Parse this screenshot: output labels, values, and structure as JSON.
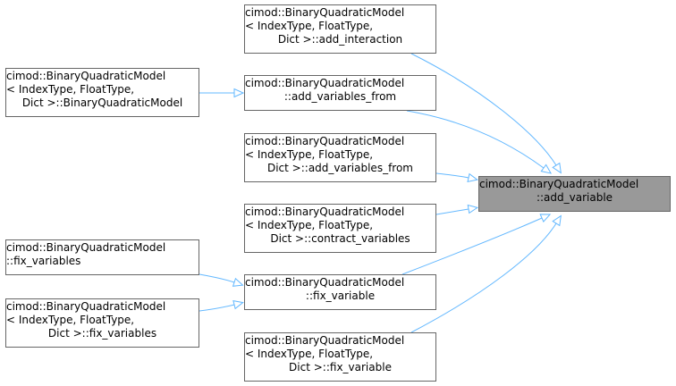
{
  "graph": {
    "edge_color": "#63b8ff",
    "node_border_color": "#666666",
    "focus_fill": "#999999",
    "nodes": [
      {
        "id": "add_variable",
        "lines": [
          "cimod::BinaryQuadraticModel",
          "::add_variable"
        ],
        "focus": true
      },
      {
        "id": "add_interaction_tpl",
        "lines": [
          "cimod::BinaryQuadraticModel",
          "< IndexType, FloatType,",
          "Dict >::add_interaction"
        ]
      },
      {
        "id": "add_variables_from",
        "lines": [
          "cimod::BinaryQuadraticModel",
          "::add_variables_from"
        ]
      },
      {
        "id": "add_variables_from_tpl",
        "lines": [
          "cimod::BinaryQuadraticModel",
          "< IndexType, FloatType,",
          "Dict >::add_variables_from"
        ]
      },
      {
        "id": "contract_variables_tpl",
        "lines": [
          "cimod::BinaryQuadraticModel",
          "< IndexType, FloatType,",
          "Dict >::contract_variables"
        ]
      },
      {
        "id": "fix_variable",
        "lines": [
          "cimod::BinaryQuadraticModel",
          "::fix_variable"
        ]
      },
      {
        "id": "fix_variable_tpl",
        "lines": [
          "cimod::BinaryQuadraticModel",
          "< IndexType, FloatType,",
          "Dict >::fix_variable"
        ]
      },
      {
        "id": "bqm_ctor_tpl",
        "lines": [
          "cimod::BinaryQuadraticModel",
          "< IndexType, FloatType,",
          "Dict >::BinaryQuadraticModel"
        ]
      },
      {
        "id": "fix_variables",
        "lines": [
          "cimod::BinaryQuadraticModel",
          "::fix_variables"
        ]
      },
      {
        "id": "fix_variables_tpl",
        "lines": [
          "cimod::BinaryQuadraticModel",
          "< IndexType, FloatType,",
          "Dict >::fix_variables"
        ]
      }
    ],
    "edges": [
      {
        "from": "add_interaction_tpl",
        "to": "add_variable"
      },
      {
        "from": "add_variables_from",
        "to": "add_variable"
      },
      {
        "from": "add_variables_from_tpl",
        "to": "add_variable"
      },
      {
        "from": "contract_variables_tpl",
        "to": "add_variable"
      },
      {
        "from": "fix_variable",
        "to": "add_variable"
      },
      {
        "from": "fix_variable_tpl",
        "to": "add_variable"
      },
      {
        "from": "bqm_ctor_tpl",
        "to": "add_variables_from"
      },
      {
        "from": "fix_variables",
        "to": "fix_variable"
      },
      {
        "from": "fix_variables_tpl",
        "to": "fix_variable"
      }
    ]
  }
}
